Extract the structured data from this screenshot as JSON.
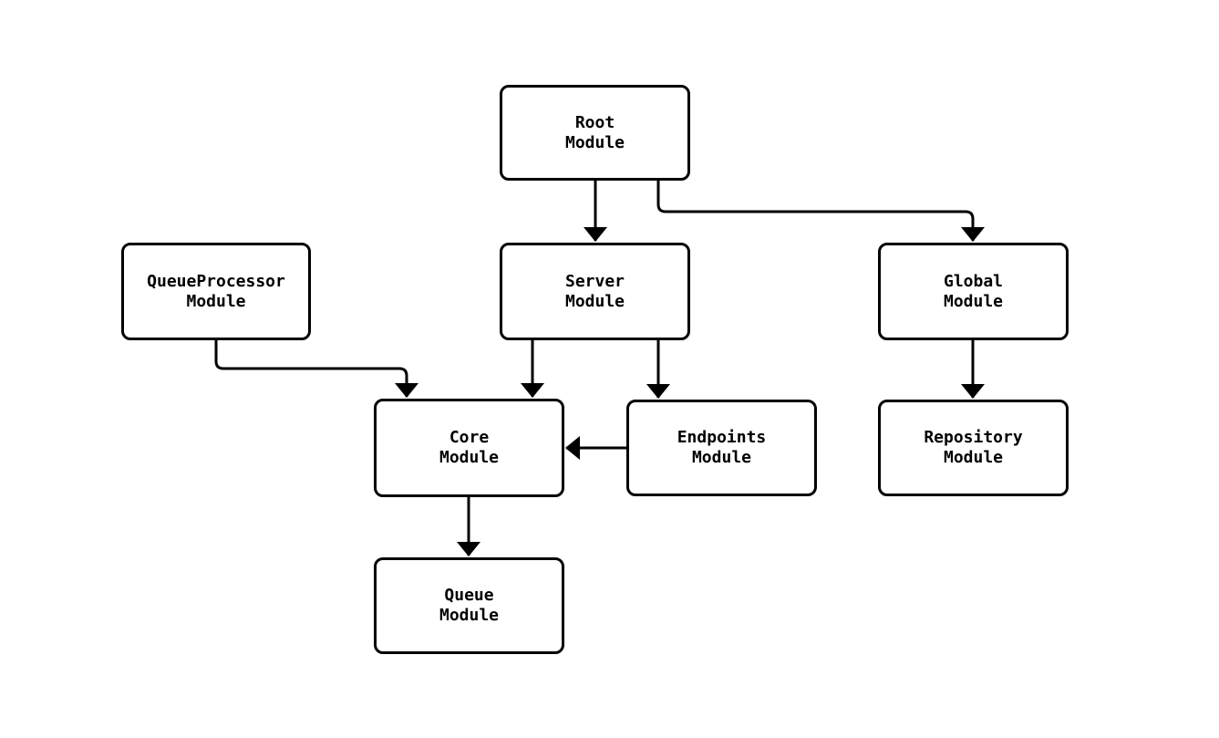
{
  "diagram": {
    "type": "module-dependency-flowchart",
    "colors": {
      "background": "#ffffff",
      "node_fill": "#ffffff",
      "stroke": "#000000",
      "text": "#000000"
    },
    "nodes": [
      {
        "id": "root",
        "label": "Root\nModule"
      },
      {
        "id": "queueprocessor",
        "label": "QueueProcessor\nModule"
      },
      {
        "id": "server",
        "label": "Server\nModule"
      },
      {
        "id": "global",
        "label": "Global\nModule"
      },
      {
        "id": "core",
        "label": "Core\nModule"
      },
      {
        "id": "endpoints",
        "label": "Endpoints\nModule"
      },
      {
        "id": "repository",
        "label": "Repository\nModule"
      },
      {
        "id": "queue",
        "label": "Queue\nModule"
      }
    ],
    "edges": [
      {
        "from": "Root Module",
        "to": "Server Module"
      },
      {
        "from": "Root Module",
        "to": "Global Module"
      },
      {
        "from": "QueueProcessor Module",
        "to": "Core Module"
      },
      {
        "from": "Server Module",
        "to": "Core Module"
      },
      {
        "from": "Server Module",
        "to": "Endpoints Module"
      },
      {
        "from": "Endpoints Module",
        "to": "Core Module"
      },
      {
        "from": "Global Module",
        "to": "Repository Module"
      },
      {
        "from": "Core Module",
        "to": "Queue Module"
      }
    ]
  }
}
